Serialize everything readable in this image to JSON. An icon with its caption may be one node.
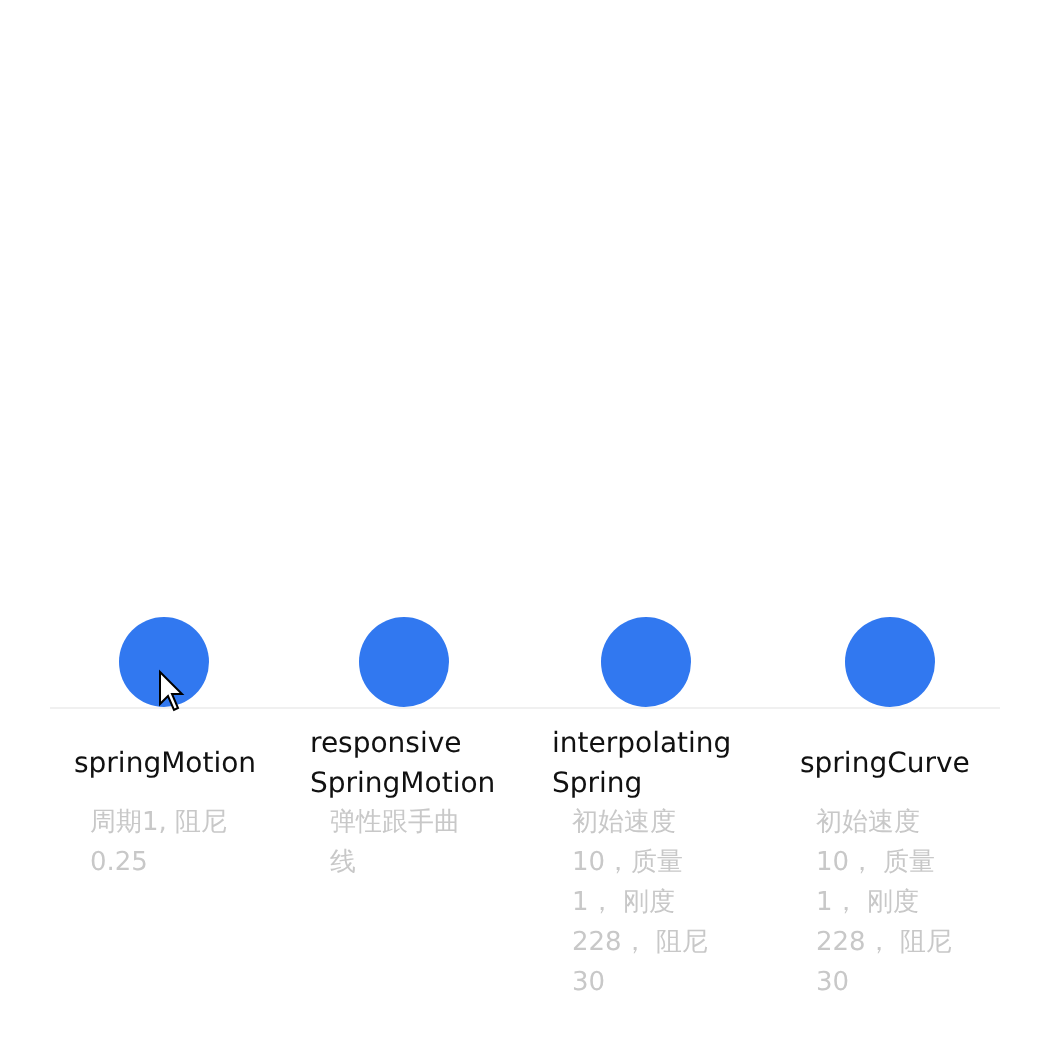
{
  "diagram": {
    "labels": [
      "springMotion",
      "周期1, 阻尼0.25",
      "responsive SpringMotion",
      "弹性跟手曲线",
      "interpolating Spring",
      "初始速度10，质量1， 刚度228， 阻尼30",
      "springCurve",
      "初始速度10， 质量1， 刚度228， 阻尼30"
    ]
  }
}
